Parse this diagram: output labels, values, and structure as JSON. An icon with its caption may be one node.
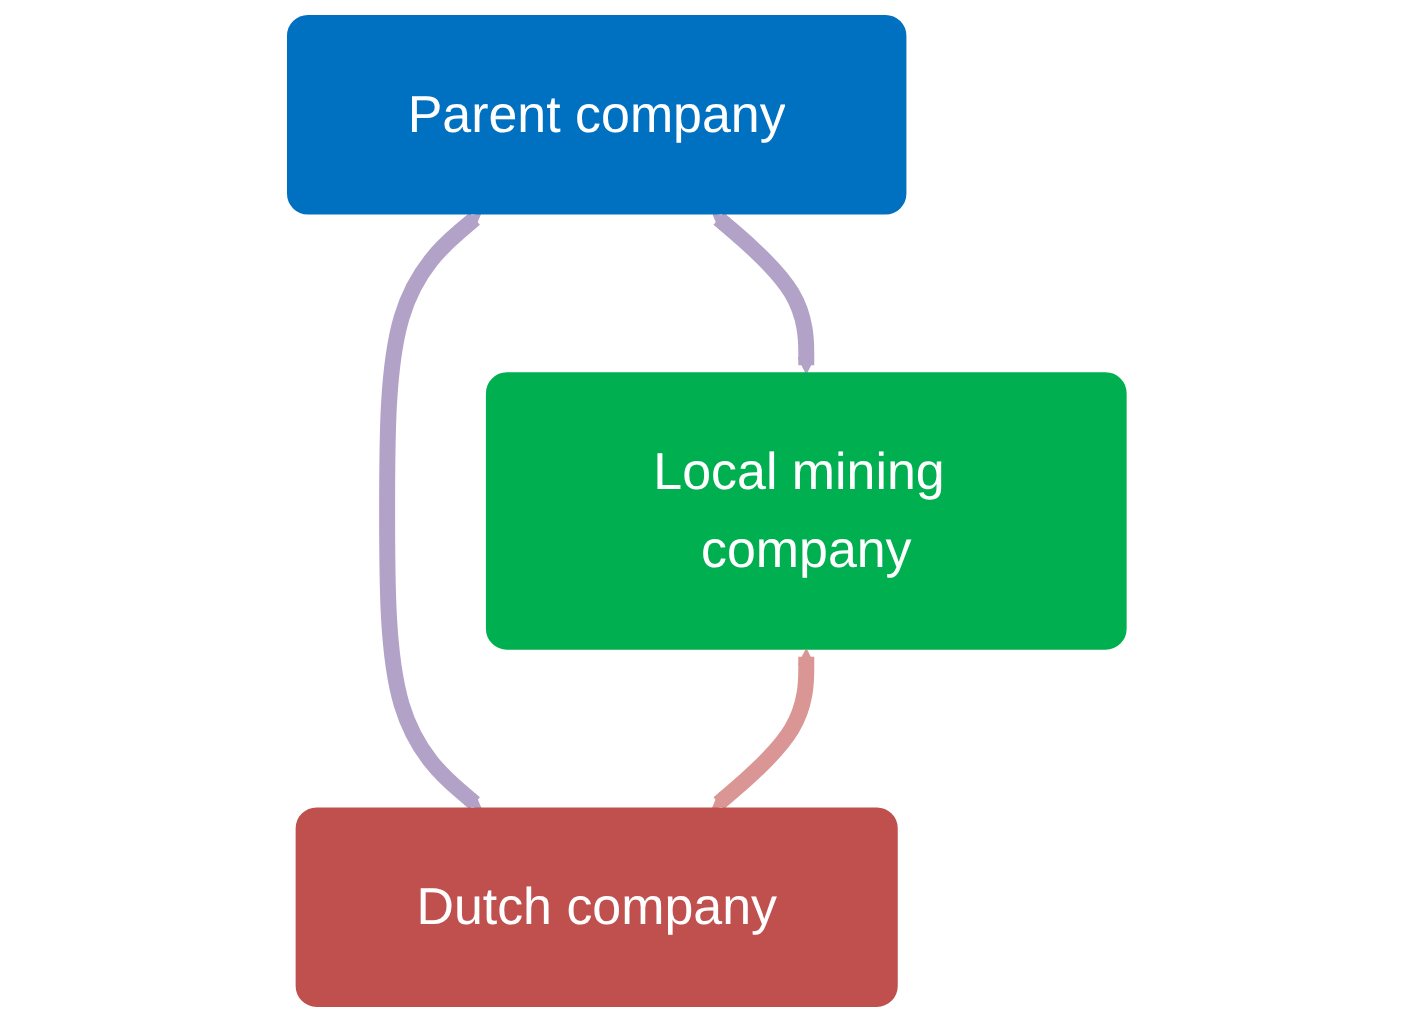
{
  "diagram": {
    "nodes": [
      {
        "text": [
          "Parent company"
        ]
      },
      {
        "text": [
          "Local mining company"
        ]
      },
      {
        "text": [
          "Dutch company"
        ]
      }
    ],
    "edges": [
      {
        "from": 0,
        "to": 1,
        "arrow": "both"
      },
      {
        "from": 0,
        "to": 2,
        "arrow": "both"
      },
      {
        "from": 1,
        "to": 2,
        "arrow": "both",
        "color": "#d99694"
      }
    ]
  }
}
